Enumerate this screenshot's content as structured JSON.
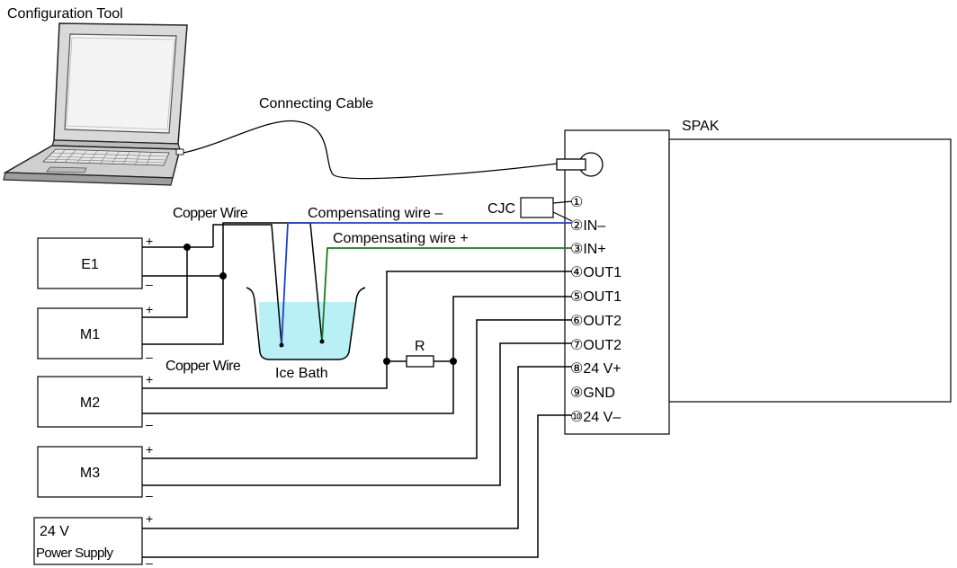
{
  "labels": {
    "config_tool": "Configuration Tool",
    "connecting_cable": "Connecting Cable",
    "spak": "SPAK",
    "cjc": "CJC",
    "copper_wire_top": "Copper Wire",
    "copper_wire_bottom": "Copper Wire",
    "comp_wire_neg": "Compensating wire –",
    "comp_wire_pos": "Compensating wire +",
    "ice_bath": "Ice Bath",
    "resistor": "R"
  },
  "devices": [
    {
      "name": "E1",
      "plus": "+",
      "minus": "–"
    },
    {
      "name": "M1",
      "plus": "+",
      "minus": "–"
    },
    {
      "name": "M2",
      "plus": "+",
      "minus": "–"
    },
    {
      "name": "M3",
      "plus": "+",
      "minus": "–"
    }
  ],
  "power_supply": {
    "line1": "24 V",
    "line2": "Power Supply",
    "plus": "+",
    "minus": "–"
  },
  "terminals": [
    {
      "num": "①",
      "label": ""
    },
    {
      "num": "②",
      "label": "IN–"
    },
    {
      "num": "③",
      "label": "IN+"
    },
    {
      "num": "④",
      "label": "OUT1"
    },
    {
      "num": "⑤",
      "label": "OUT1"
    },
    {
      "num": "⑥",
      "label": "OUT2"
    },
    {
      "num": "⑦",
      "label": "OUT2"
    },
    {
      "num": "⑧",
      "label": "24 V+"
    },
    {
      "num": "⑨",
      "label": "GND"
    },
    {
      "num": "⑩",
      "label": "24 V–"
    }
  ],
  "colors": {
    "wire": "#000000",
    "comp_neg": "#1f3fd6",
    "comp_pos": "#1d7a1d",
    "ice": "#b9f0f5"
  }
}
